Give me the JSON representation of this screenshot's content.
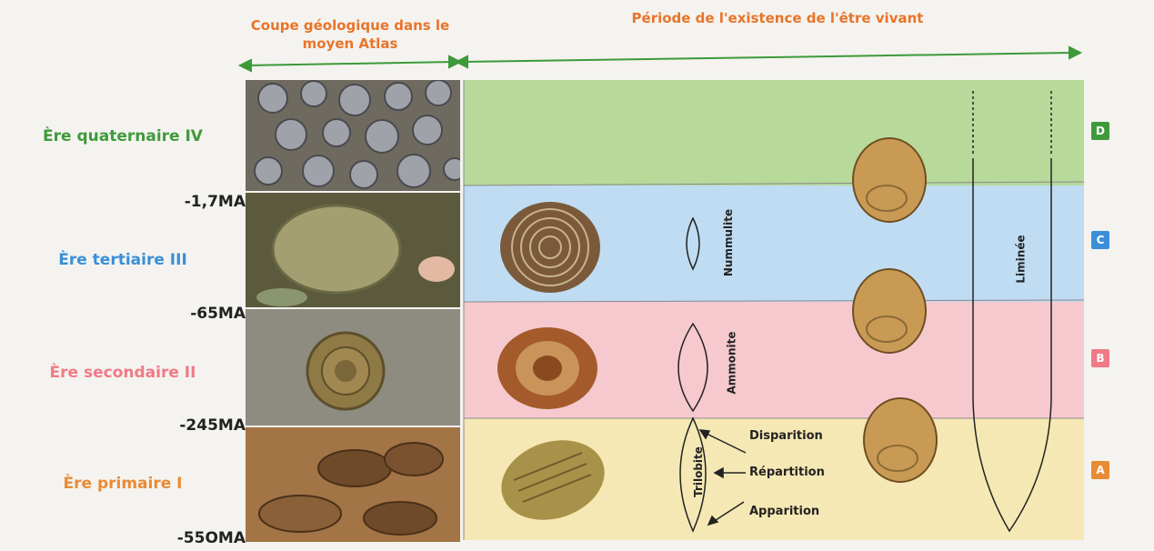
{
  "headers": {
    "coupe": "Coupe géologique dans le moyen Atlas",
    "periode": "Période de l'existence de l'être vivant"
  },
  "eras": [
    {
      "key": "quaternaire",
      "label": "Ère quaternaire IV",
      "color": "#3f9a3c",
      "band_color": "#b7d99a",
      "box_letter": "D",
      "box_color": "#3f9a3c"
    },
    {
      "key": "tertiaire",
      "label": "Ère tertiaire III",
      "color": "#3a8fd8",
      "band_color": "#bfdcf2",
      "box_letter": "C",
      "box_color": "#3a8fd8"
    },
    {
      "key": "secondaire",
      "label": "Ère secondaire II",
      "color": "#f07a86",
      "band_color": "#f6c9cf",
      "box_letter": "B",
      "box_color": "#f07a86"
    },
    {
      "key": "primaire",
      "label": "Ère primaire I",
      "color": "#e98b34",
      "band_color": "#f6e8b4",
      "box_letter": "A",
      "box_color": "#e98b34"
    }
  ],
  "boundaries": [
    "-1,7MA",
    "-65MA",
    "-245MA",
    "-55OMA"
  ],
  "fossils": {
    "nummulite": "Nummulite",
    "ammonite": "Ammonite",
    "trilobite": "Trilobite",
    "liminee": "Liminée"
  },
  "trilobite_annotations": {
    "disparition": "Disparition",
    "repartition": "Répartition",
    "apparition": "Apparition"
  }
}
